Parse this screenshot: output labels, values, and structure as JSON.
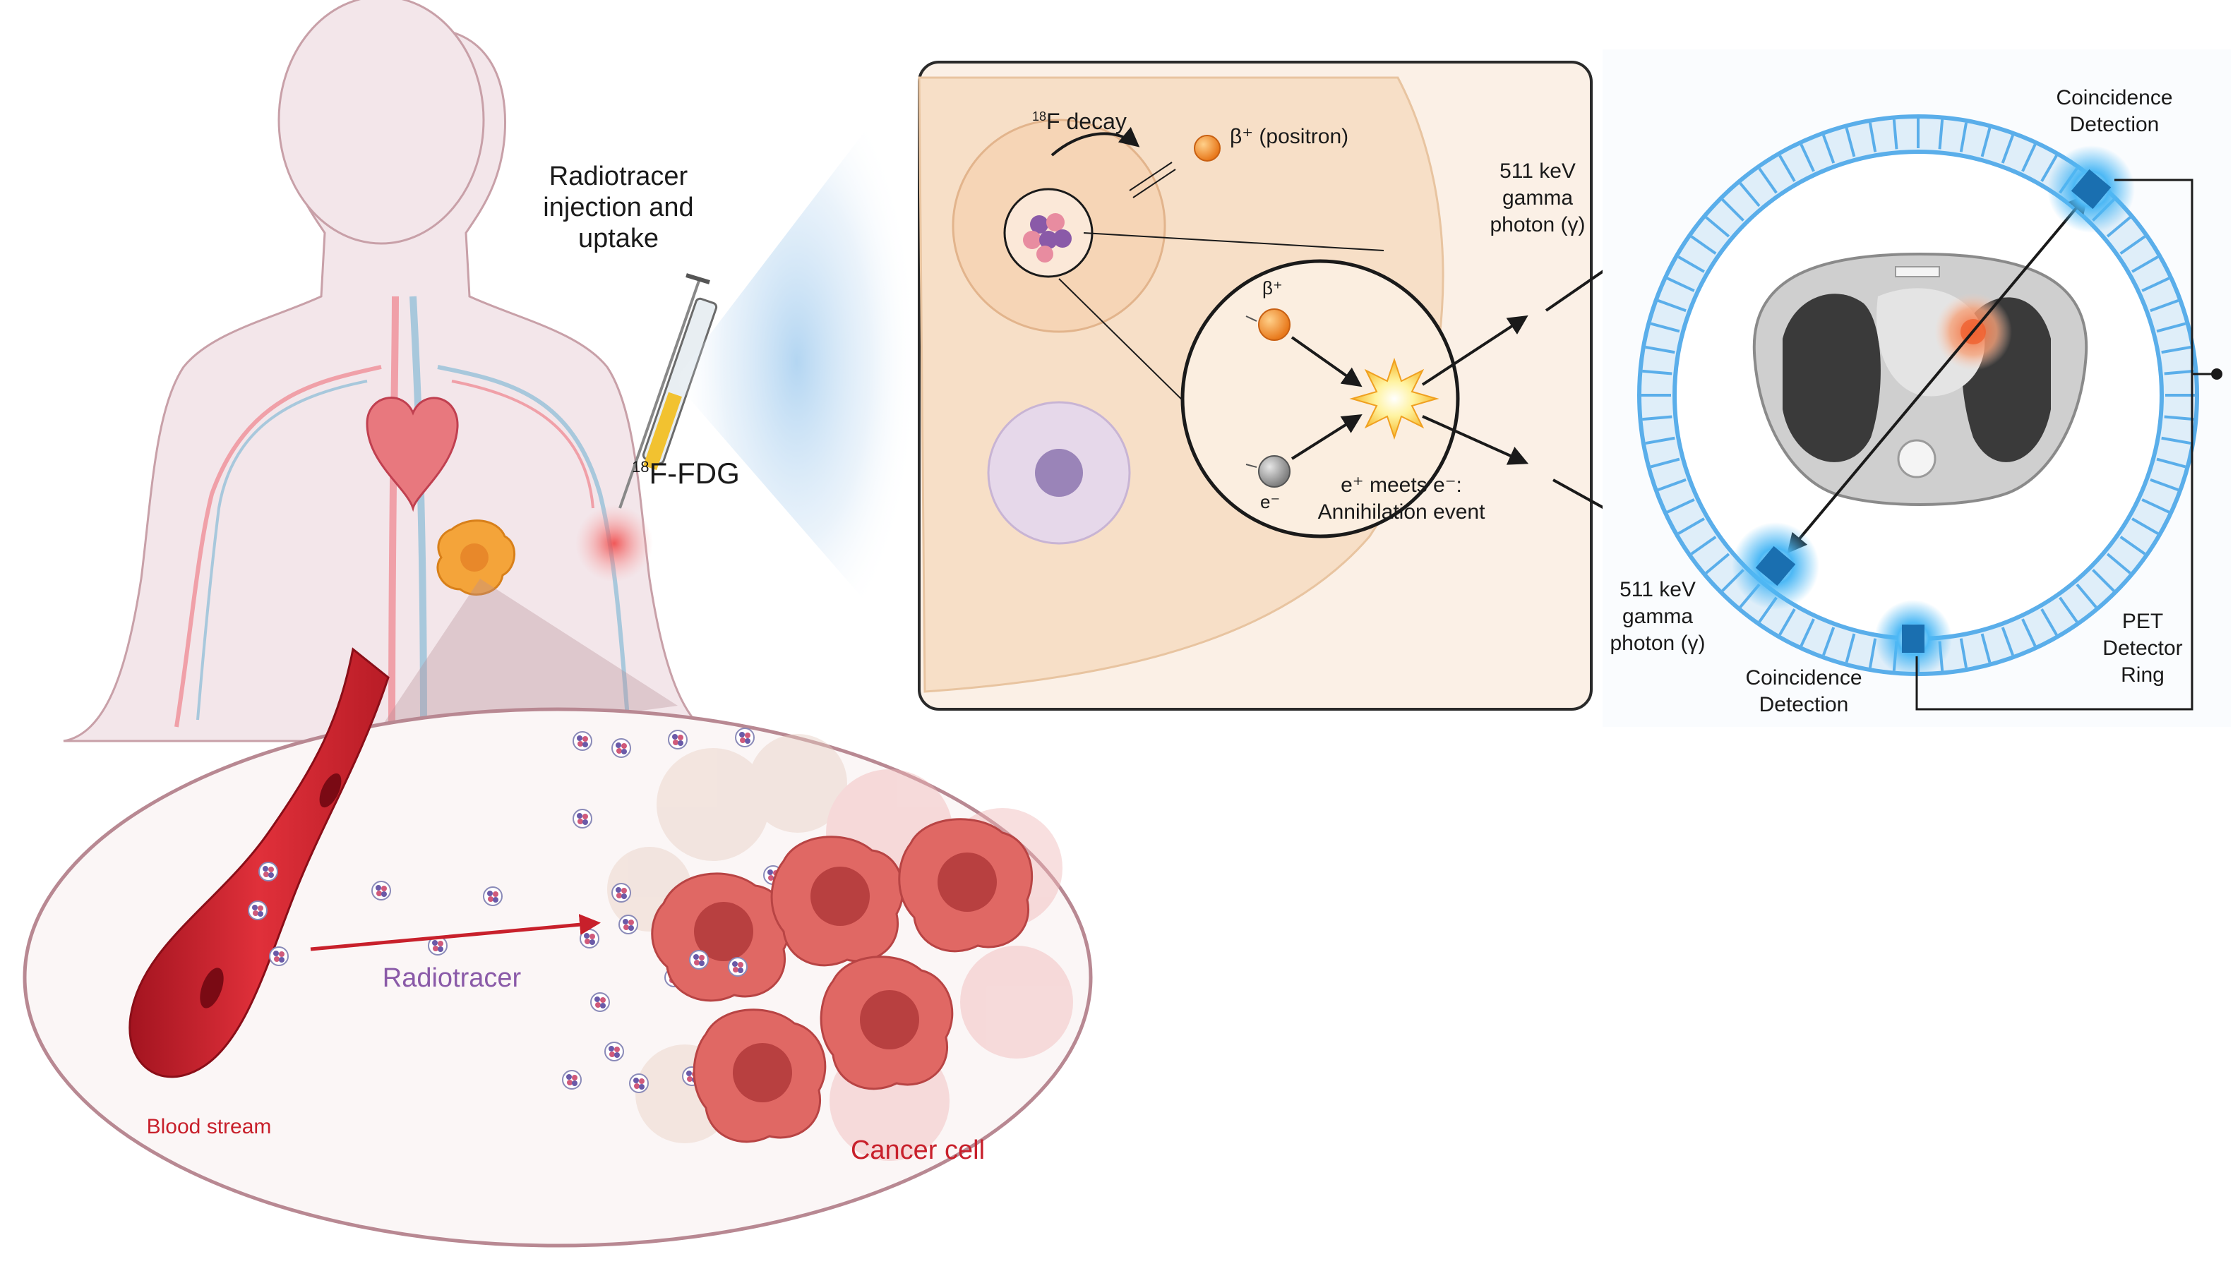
{
  "labels": {
    "injection_line1": "Radiotracer",
    "injection_line2": "injection and",
    "injection_line3": "uptake",
    "tracer_sup": "18",
    "tracer_main": "F-FDG",
    "radiotracer": "Radiotracer",
    "blood_stream": "Blood stream",
    "cancer_cell": "Cancer cell"
  },
  "decay": {
    "decay_sup": "18",
    "decay_main": "F decay",
    "positron_label": "β⁺ (positron)",
    "beta_plus": "β⁺",
    "electron": "e⁻",
    "annihilation_line1": "e⁺ meets e⁻:",
    "annihilation_line2": "Annihilation event",
    "photon_top_line1": "511 keV",
    "photon_top_line2": "gamma",
    "photon_top_line3": "photon (γ)"
  },
  "pet": {
    "coincidence_top_line1": "Coincidence",
    "coincidence_top_line2": "Detection",
    "photon_bottom_line1": "511 keV",
    "photon_bottom_line2": "gamma",
    "photon_bottom_line3": "photon (γ)",
    "coincidence_bottom_line1": "Coincidence",
    "coincidence_bottom_line2": "Detection",
    "ring_line1": "PET",
    "ring_line2": "Detector",
    "ring_line3": "Ring"
  },
  "colors": {
    "blood_red": "#c8202b",
    "cancer_red": "#d9534f",
    "positron_orange": "#f08a1c",
    "ring_blue": "#4aa3e6",
    "tracer_purple": "#8a5aa8",
    "text_dark": "#1a1a1a"
  }
}
